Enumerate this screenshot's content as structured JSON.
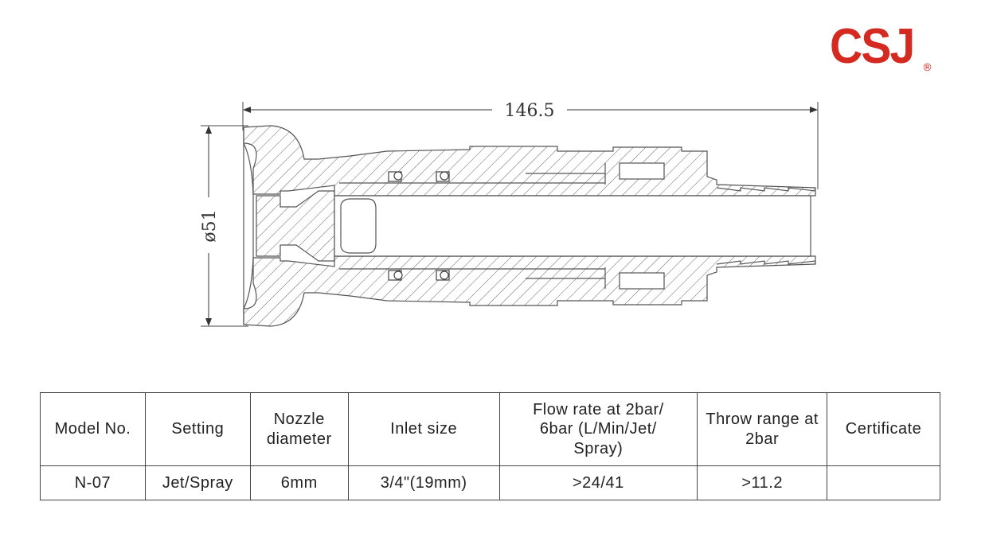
{
  "brand": {
    "logo_text": "CSJ",
    "registered_mark": "®",
    "color": "#d42a22"
  },
  "drawing": {
    "length_label": "146.5",
    "diameter_label": "ø51",
    "line_color": "#555555"
  },
  "spec_table": {
    "headers": [
      "Model No.",
      "Setting",
      "Nozzle diameter",
      "Inlet size",
      "Flow rate at 2bar/ 6bar (L/Min/Jet/ Spray)",
      "Throw range at 2bar",
      "Certificate"
    ],
    "rows": [
      {
        "model": "N-07",
        "setting": "Jet/Spray",
        "nozzle_diameter": "6mm",
        "inlet_size": "3/4\"(19mm)",
        "flow_rate": ">24/41",
        "throw_range": ">11.2",
        "certificate": ""
      }
    ]
  }
}
